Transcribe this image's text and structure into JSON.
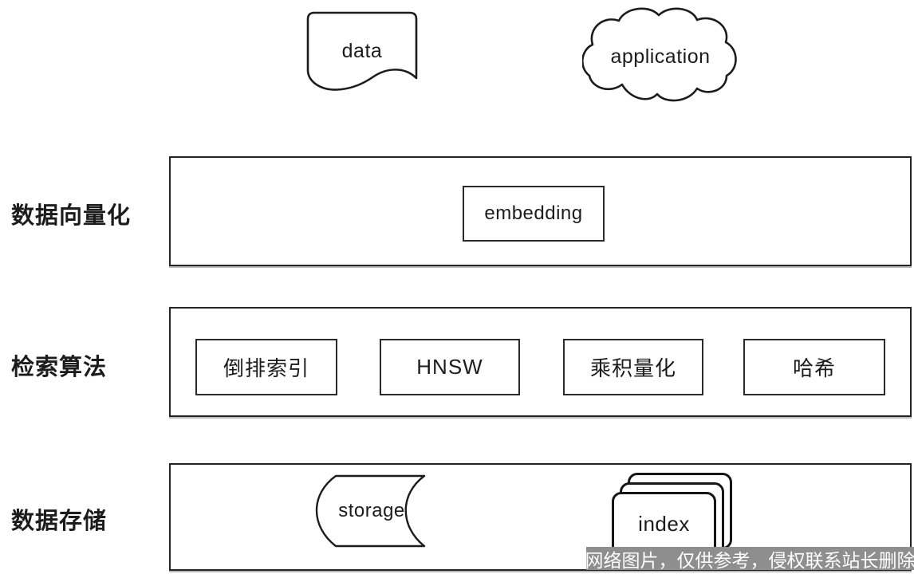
{
  "canvas": {
    "background": "#ffffff",
    "line_color": "#242424"
  },
  "top_shapes": {
    "data_label": "data",
    "application_label": "application"
  },
  "rows": [
    {
      "label": "数据向量化",
      "items": [
        {
          "label": "embedding"
        }
      ]
    },
    {
      "label": "检索算法",
      "items": [
        {
          "label": "倒排索引"
        },
        {
          "label": "HNSW"
        },
        {
          "label": "乘积量化"
        },
        {
          "label": "哈希"
        }
      ]
    },
    {
      "label": "数据存储",
      "items": [
        {
          "label": "storage"
        },
        {
          "label": "index"
        }
      ]
    }
  ],
  "watermark": {
    "text": "网络图片，仅供参考，侵权联系站长删除",
    "background": "#8e8e8e",
    "text_color": "#ffffff"
  }
}
